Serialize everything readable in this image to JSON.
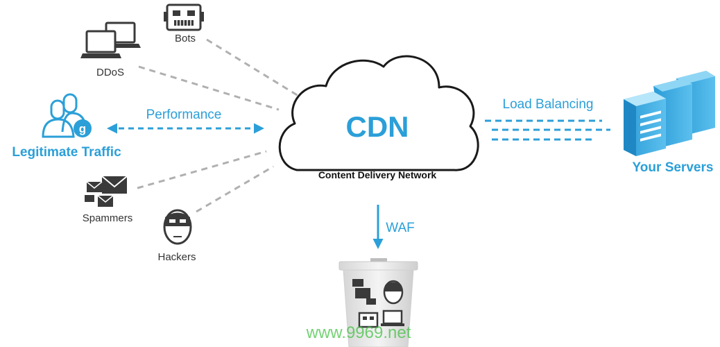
{
  "center": {
    "title": "CDN",
    "subtitle": "Content Delivery Network"
  },
  "sources": {
    "bots": "Bots",
    "ddos": "DDoS",
    "legitimate": "Legitimate Traffic",
    "spammers": "Spammers",
    "hackers": "Hackers"
  },
  "flows": {
    "performance": "Performance",
    "load_balancing": "Load Balancing",
    "waf": "WAF"
  },
  "destination": {
    "servers": "Your Servers"
  },
  "watermark": "www.9969.net",
  "colors": {
    "accent": "#2b9fd8",
    "threat_line": "#b0b0b0",
    "icon_dark": "#3a3a3a"
  }
}
